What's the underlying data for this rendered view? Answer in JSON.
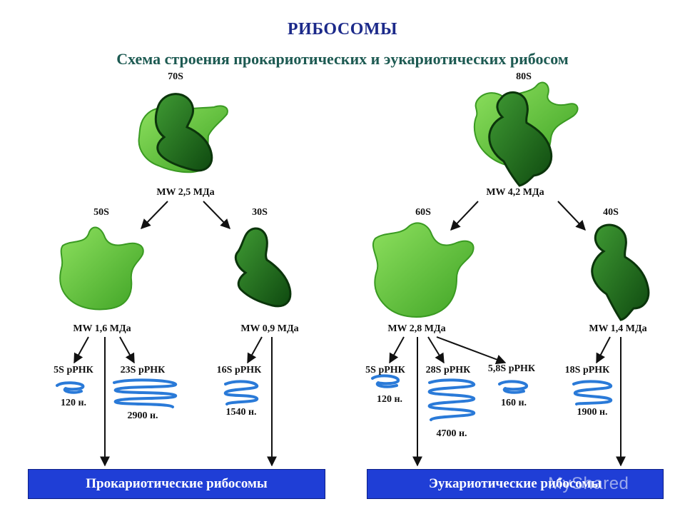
{
  "title": "РИБОСОМЫ",
  "subtitle": "Схема строения прокариотических и эукариотических рибосом",
  "prokaryote": {
    "whole": {
      "name": "70S",
      "mw": "MW 2,5 МДа"
    },
    "large": {
      "name": "50S",
      "mw": "MW 1,6 МДа"
    },
    "small": {
      "name": "30S",
      "mw": "MW 0,9 МДа"
    },
    "rnas": [
      {
        "name": "5S рРНК",
        "length": "120 н."
      },
      {
        "name": "23S рРНК",
        "length": "2900 н."
      },
      {
        "name": "16S рРНК",
        "length": "1540 н."
      }
    ],
    "footer": "Прокариотические рибосомы"
  },
  "eukaryote": {
    "whole": {
      "name": "80S",
      "mw": "MW 4,2 МДа"
    },
    "large": {
      "name": "60S",
      "mw": "MW 2,8 МДа"
    },
    "small": {
      "name": "40S",
      "mw": "MW 1,4 МДа"
    },
    "rnas": [
      {
        "name": "5S рРНК",
        "length": "120 н."
      },
      {
        "name": "28S рРНК",
        "length": "4700 н."
      },
      {
        "name": "5,8S рРНК",
        "length": "160 н."
      },
      {
        "name": "18S рРНК",
        "length": "1900 н."
      }
    ],
    "footer": "Эукариотические рибосомы"
  },
  "colors": {
    "light_subunit": "#5fc83a",
    "dark_subunit": "#1f6a1c",
    "rna": "#2a7ad8",
    "footer_bar": "#1f3ed6",
    "title": "#1c2a8a",
    "subtitle": "#1d5a52"
  },
  "watermark": "MyShared"
}
